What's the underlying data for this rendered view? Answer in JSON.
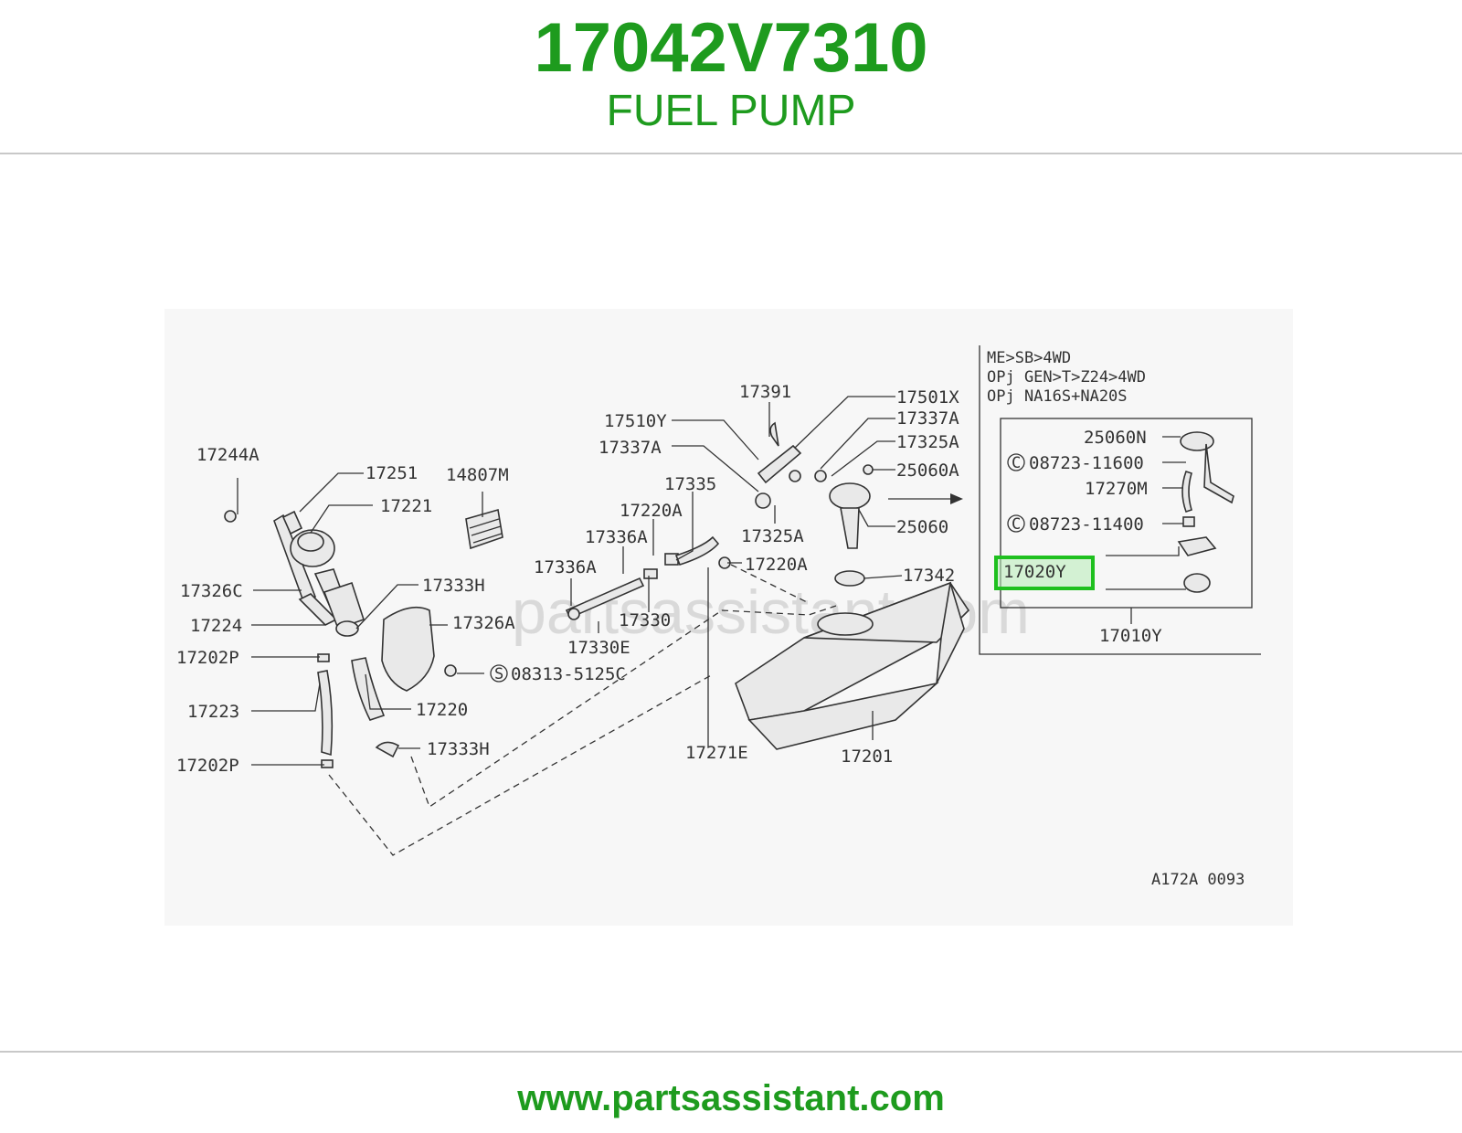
{
  "header": {
    "part_number": "17042V7310",
    "part_name": "FUEL PUMP"
  },
  "diagram": {
    "watermark": "partsassistant.com",
    "reference_code": "A172A 0093",
    "highlighted_callout": "17020Y",
    "inset_notes": [
      "ME>SB>4WD",
      "OPj GEN>T>Z24>4WD",
      "OPj NA16S+NA20S"
    ],
    "callouts": {
      "c17244A": "17244A",
      "c17251": "17251",
      "c17221": "17221",
      "c14807M": "14807M",
      "c17326C": "17326C",
      "c17333H_a": "17333H",
      "c17224": "17224",
      "c17326A": "17326A",
      "c17202P_a": "17202P",
      "c08313": "08313-5125C",
      "c17223": "17223",
      "c17220": "17220",
      "c17202P_b": "17202P",
      "c17333H_b": "17333H",
      "c17336A_a": "17336A",
      "c17336A_b": "17336A",
      "c17220A_a": "17220A",
      "c17335": "17335",
      "c17220A_b": "17220A",
      "c17330": "17330",
      "c17330E": "17330E",
      "c17271E": "17271E",
      "c17391": "17391",
      "c17510Y": "17510Y",
      "c17337A_a": "17337A",
      "c17325A_b": "17325A",
      "c17501X": "17501X",
      "c17337A_b": "17337A",
      "c17325A_a": "17325A",
      "c25060A": "25060A",
      "c25060": "25060",
      "c17342": "17342",
      "c17201": "17201",
      "c25060N": "25060N",
      "c08723_11600": "08723-11600",
      "c17270M": "17270M",
      "c08723_11400": "08723-11400",
      "c17010Y": "17010Y"
    },
    "symbols": {
      "c": "C",
      "s": "S"
    }
  },
  "footer": {
    "url": "www.partsassistant.com"
  }
}
